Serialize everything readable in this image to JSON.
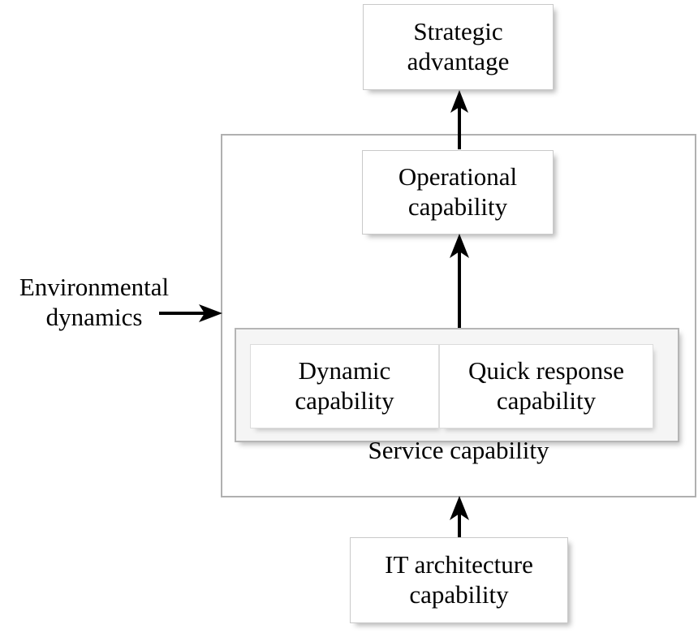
{
  "diagram": {
    "title_text": "",
    "colors": {
      "box_fill": "#ffffff",
      "box_border": "#c9c9c9",
      "container_border": "#b0b0b0",
      "group_fill": "#f5f5f5",
      "group_border": "#b5b5b5",
      "arrow": "#000000",
      "text": "#000000"
    },
    "nodes": {
      "strategic_advantage": "Strategic\nadvantage",
      "strategic_advantage_line1": "Strategic",
      "strategic_advantage_line2": "advantage",
      "operational_capability_line1": "Operational",
      "operational_capability_line2": "capability",
      "dynamic_capability_line1": "Dynamic",
      "dynamic_capability_line2": "capability",
      "quick_response_line1": "Quick response",
      "quick_response_line2": "capability",
      "service_capability": "Service capability",
      "it_architecture_line1": "IT architecture",
      "it_architecture_line2": "capability",
      "environmental_dynamics_line1": "Environmental",
      "environmental_dynamics_line2": "dynamics"
    },
    "edges": [
      {
        "name": "it-architecture-to-service-capability",
        "from": "IT architecture capability",
        "to": "Service capability",
        "direction": "up"
      },
      {
        "name": "capability-group-to-operational",
        "from": "Dynamic / Quick response capability",
        "to": "Operational capability",
        "direction": "up"
      },
      {
        "name": "operational-to-strategic",
        "from": "Operational capability",
        "to": "Strategic advantage",
        "direction": "up"
      },
      {
        "name": "environmental-dynamics-to-service-capability",
        "from": "Environmental dynamics",
        "to": "Service capability",
        "direction": "right"
      }
    ]
  }
}
